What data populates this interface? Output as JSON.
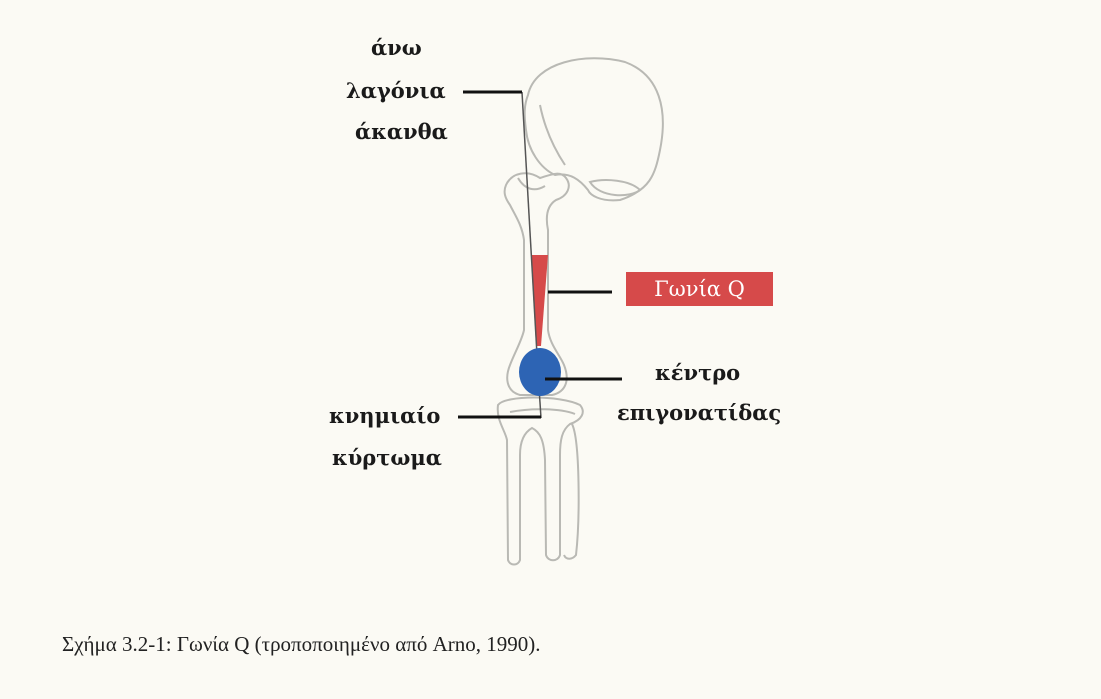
{
  "labels": {
    "asis_line1": "άνω",
    "asis_line2": "λαγόνια",
    "asis_line3": "άκανθα",
    "q_angle": "Γωνία Q",
    "patella_line1": "κέντρο",
    "patella_line2": "επιγονατίδας",
    "tibial_line1": "κνημιαίο",
    "tibial_line2": "κύρτωμα"
  },
  "caption": "Σχήμα 3.2-1: Γωνία Q (τροποποιημένο από Arno, 1990).",
  "colors": {
    "q_angle_fill": "#d64a4a",
    "patella_center": "#2d64b4",
    "bone_outline": "#b9b9b4",
    "pointer_line": "#111111"
  }
}
